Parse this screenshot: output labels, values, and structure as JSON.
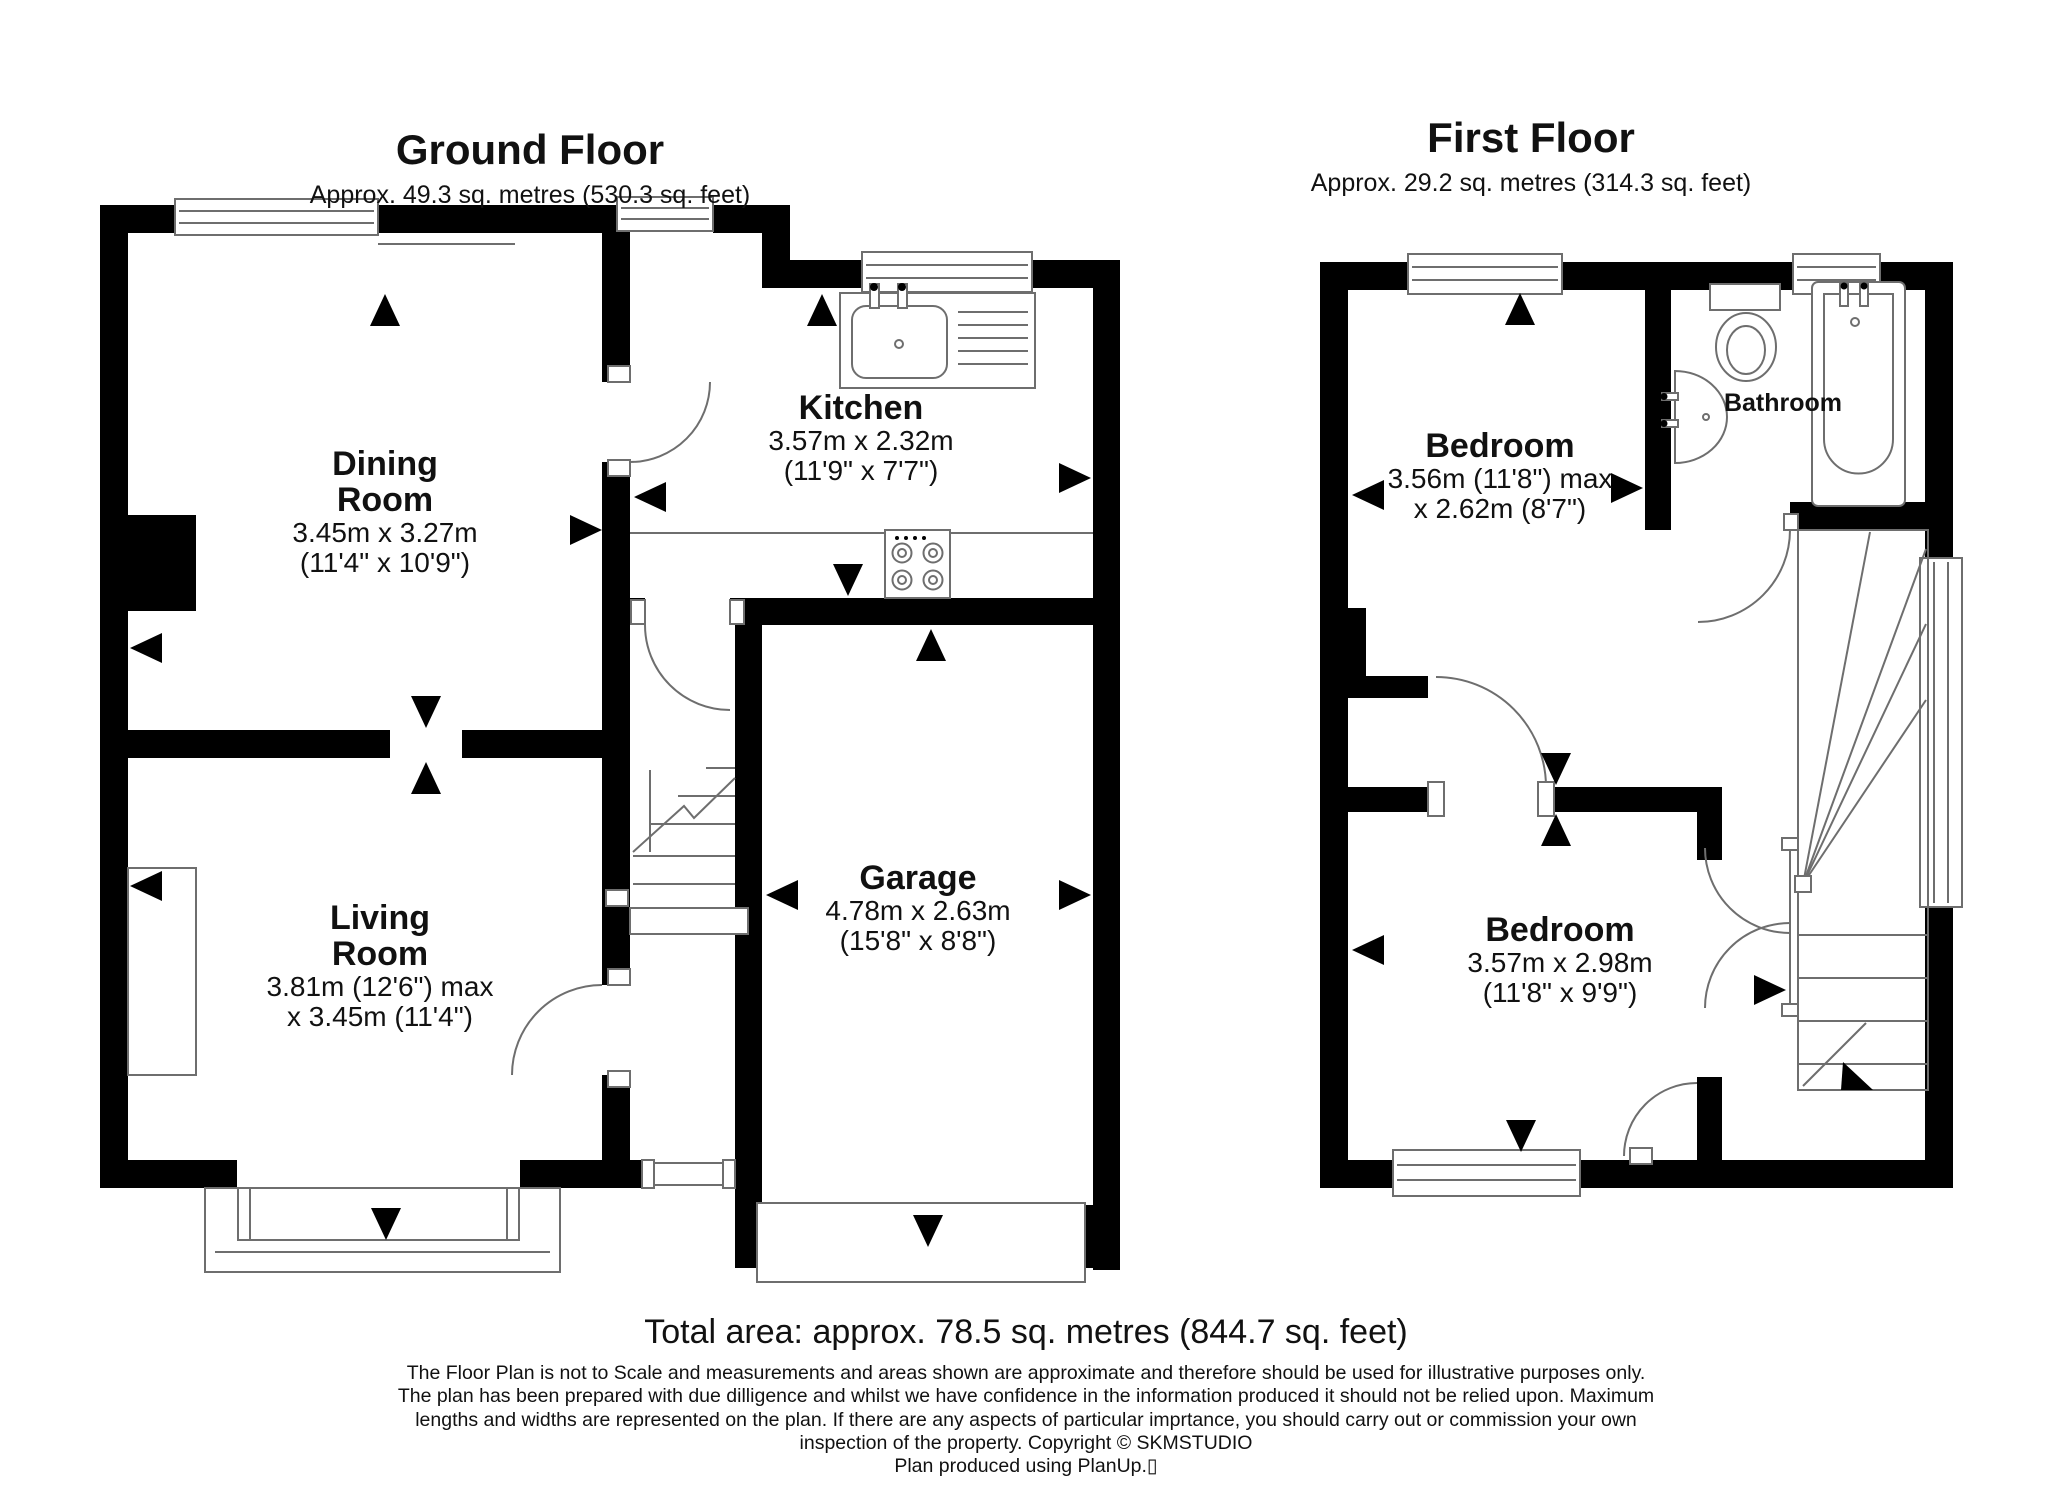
{
  "header": {
    "ground": {
      "title": "Ground Floor",
      "subtitle": "Approx. 49.3 sq. metres (530.3 sq. feet)"
    },
    "first": {
      "title": "First Floor",
      "subtitle": "Approx. 29.2 sq. metres (314.3 sq. feet)"
    }
  },
  "rooms": {
    "dining": {
      "line1": "Dining",
      "line2": "Room",
      "dims1": "3.45m x 3.27m",
      "dims2": "(11'4\" x 10'9\")"
    },
    "kitchen": {
      "line1": "Kitchen",
      "dims1": "3.57m x 2.32m",
      "dims2": "(11'9\" x 7'7\")"
    },
    "living": {
      "line1": "Living",
      "line2": "Room",
      "dims1": "3.81m (12'6\") max",
      "dims2": "x 3.45m (11'4\")"
    },
    "garage": {
      "line1": "Garage",
      "dims1": "4.78m x 2.63m",
      "dims2": "(15'8\" x 8'8\")"
    },
    "bedroom1": {
      "line1": "Bedroom",
      "dims1": "3.56m (11'8\") max",
      "dims2": "x 2.62m (8'7\")"
    },
    "bedroom2": {
      "line1": "Bedroom",
      "dims1": "3.57m x 2.98m",
      "dims2": "(11'8\" x 9'9\")"
    },
    "bathroom": {
      "line1": "Bathroom"
    }
  },
  "footer": {
    "total_area": "Total area: approx. 78.5 sq. metres (844.7 sq. feet)",
    "disclaimer_lines": [
      "The Floor Plan is not to Scale and measurements and areas shown are approximate and therefore should be used for illustrative purposes only.",
      "The plan has been prepared with due dilligence and whilst we have confidence in the information produced it should not be relied upon. Maximum",
      "lengths and widths are represented on the plan. If there are any aspects of particular imprtance, you should carry out or commission your own",
      "inspection of the property. Copyright © SKMSTUDIO"
    ],
    "credit": "Plan produced using PlanUp.▯"
  },
  "colors": {
    "wall": "#000000",
    "line": "#6e6e6e",
    "text": "#111111",
    "background": "#ffffff"
  }
}
